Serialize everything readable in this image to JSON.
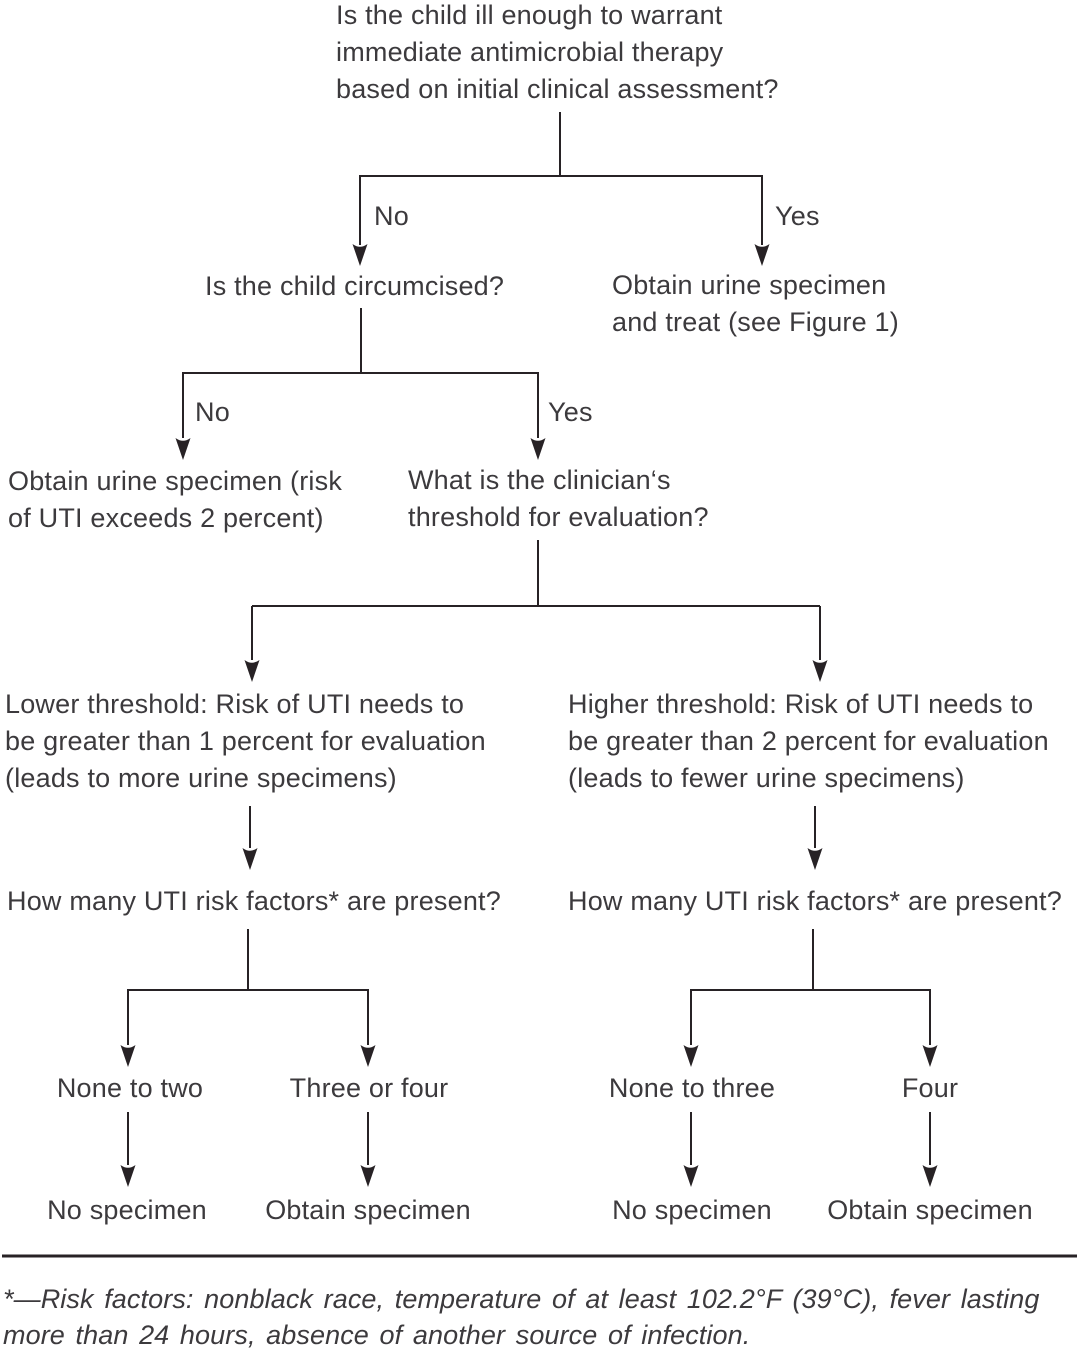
{
  "figure": {
    "type": "decision-flowchart",
    "text_color": "#3c3a3d",
    "line_color": "#272225",
    "nodes": {
      "q_ill": "Is the child ill enough to warrant\nimmediate antimicrobial therapy\nbased on initial clinical assessment?",
      "branch1_no": "No",
      "branch1_yes": "Yes",
      "q_circumcised": "Is the child circumcised?",
      "obtain_and_treat": "Obtain urine specimen\nand treat (see Figure 1)",
      "branch2_no": "No",
      "branch2_yes": "Yes",
      "obtain_risk": "Obtain urine specimen (risk\nof UTI exceeds 2 percent)",
      "q_threshold": "What is the clinician‘s\nthreshold for evaluation?",
      "lower_threshold": "Lower threshold: Risk of UTI needs to\nbe greater than 1 percent for evaluation\n(leads to more urine specimens)",
      "higher_threshold": "Higher threshold: Risk of UTI needs to\nbe greater than 2 percent for evaluation\n(leads to fewer urine specimens)",
      "q_risk_factors_left": "How many UTI risk factors* are present?",
      "q_risk_factors_right": "How many UTI risk factors* are present?",
      "count_none_to_two": "None to two",
      "count_three_or_four": "Three or four",
      "count_none_to_three": "None to three",
      "count_four": "Four",
      "outcome_no_specimen_left": "No specimen",
      "outcome_obtain_specimen_left": "Obtain specimen",
      "outcome_no_specimen_right": "No specimen",
      "outcome_obtain_specimen_right": "Obtain specimen"
    },
    "footnote": "*—Risk factors: nonblack race, temperature of at least 102.2°F (39°C), fever lasting\nmore than 24 hours, absence of another source of infection."
  }
}
